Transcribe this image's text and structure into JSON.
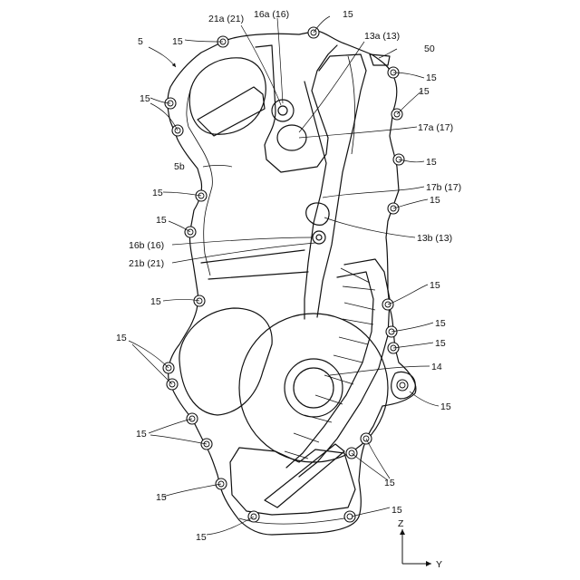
{
  "figure": {
    "ref_main": "5",
    "ref_50": "50",
    "bolt_label": "15",
    "labels": {
      "l_21a": "21a (21)",
      "l_16a": "16a (16)",
      "l_13a": "13a (13)",
      "l_17a": "17a (17)",
      "l_5b": "5b",
      "l_17b": "17b (17)",
      "l_13b": "13b (13)",
      "l_16b": "16b (16)",
      "l_21b": "21b (21)",
      "l_14": "14"
    },
    "axes": {
      "z": "Z",
      "y": "Y"
    }
  }
}
